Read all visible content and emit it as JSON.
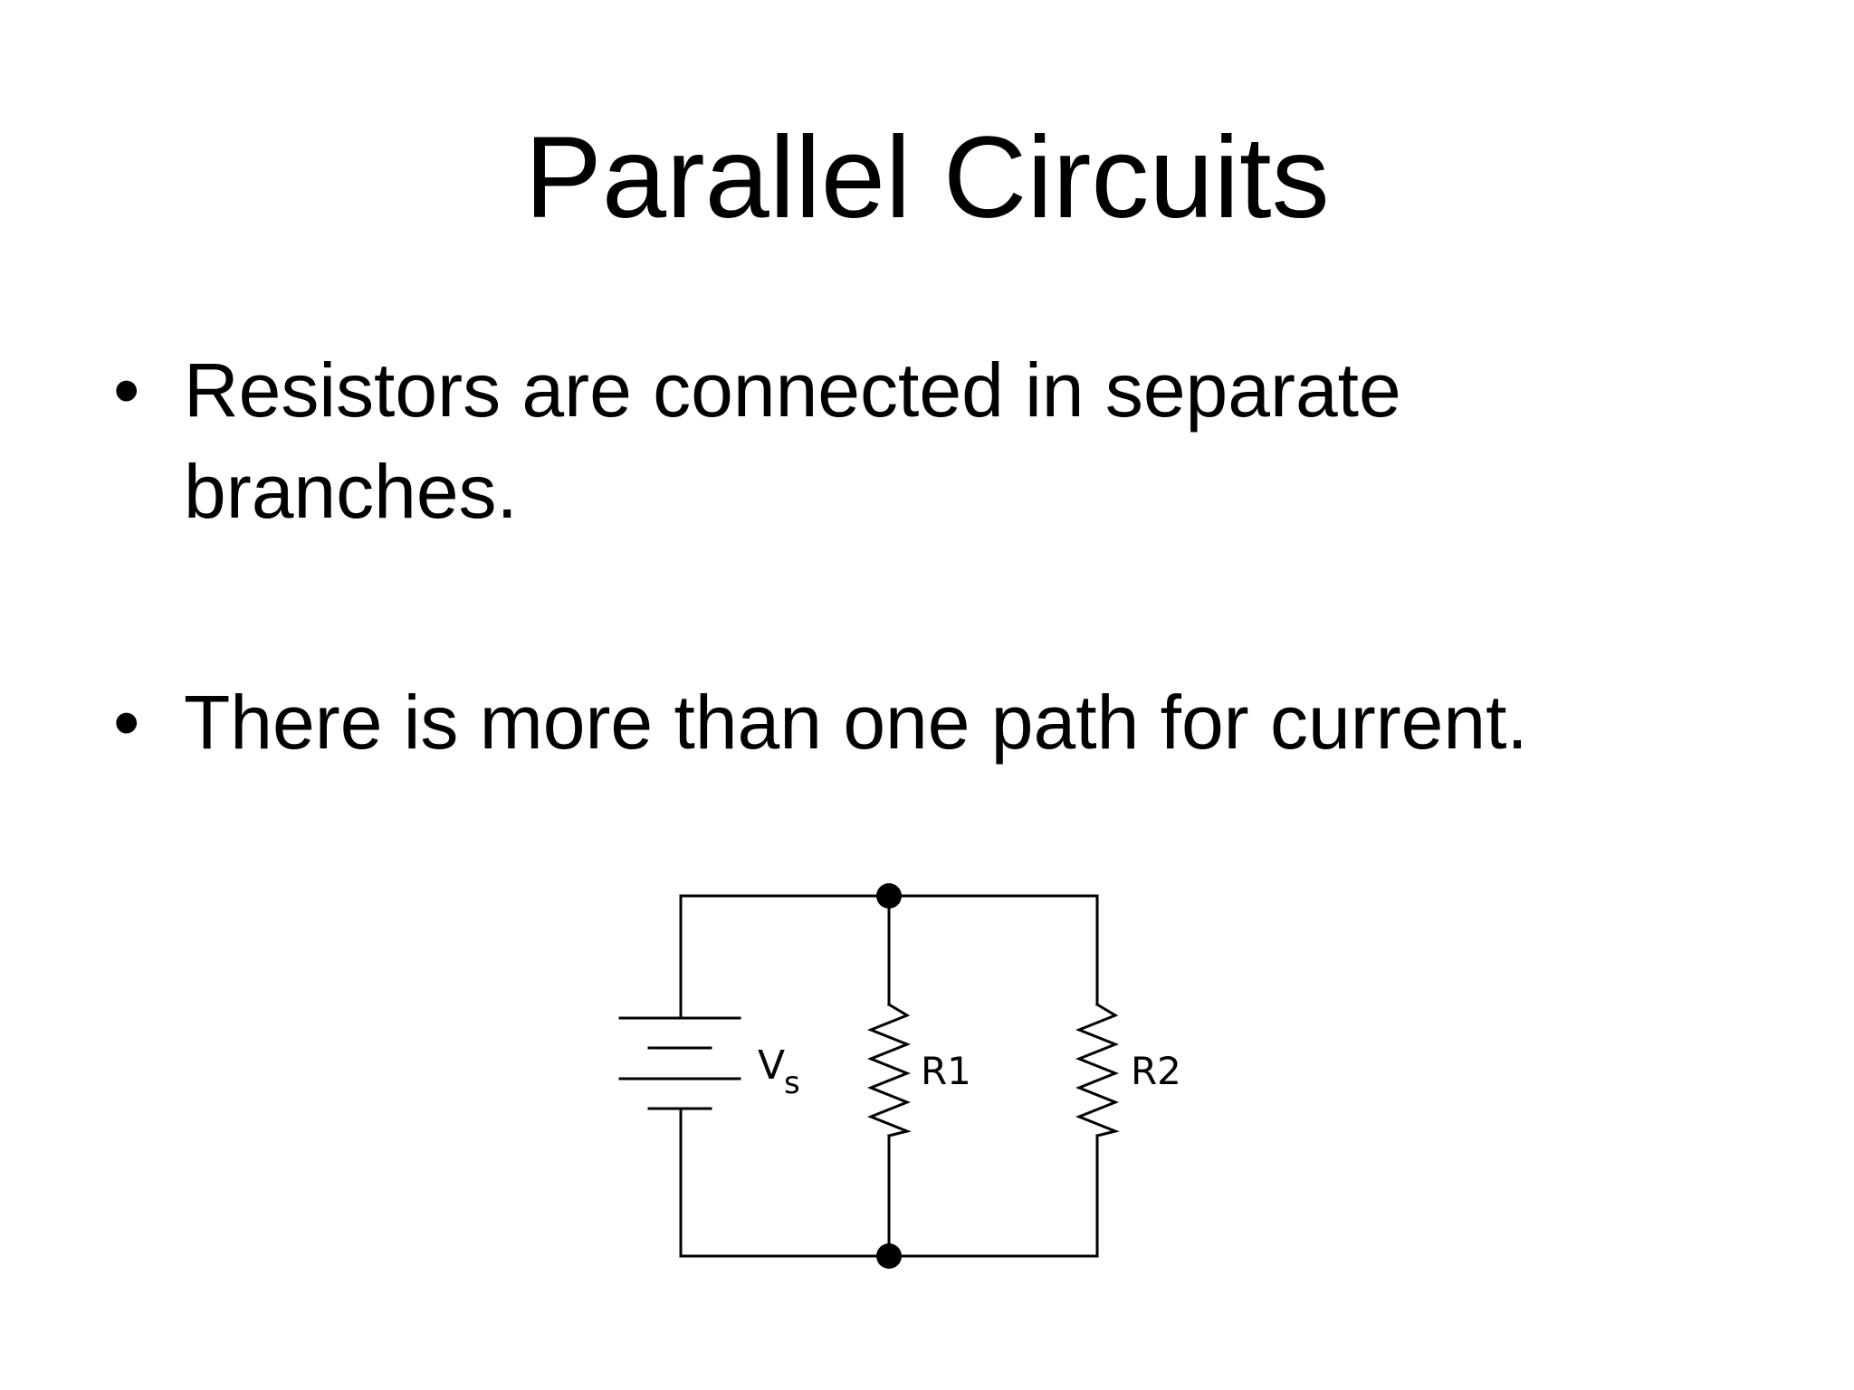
{
  "slide": {
    "title": "Parallel Circuits",
    "bullets": [
      {
        "marker": "•",
        "text": "Resistors are connected in separate branches."
      },
      {
        "marker": "•",
        "text": "There is more than one path for current."
      }
    ]
  },
  "diagram": {
    "source_label": "V",
    "source_subscript": "s",
    "resistor_labels": [
      "R1",
      "R2"
    ],
    "line_color": "#000000"
  }
}
